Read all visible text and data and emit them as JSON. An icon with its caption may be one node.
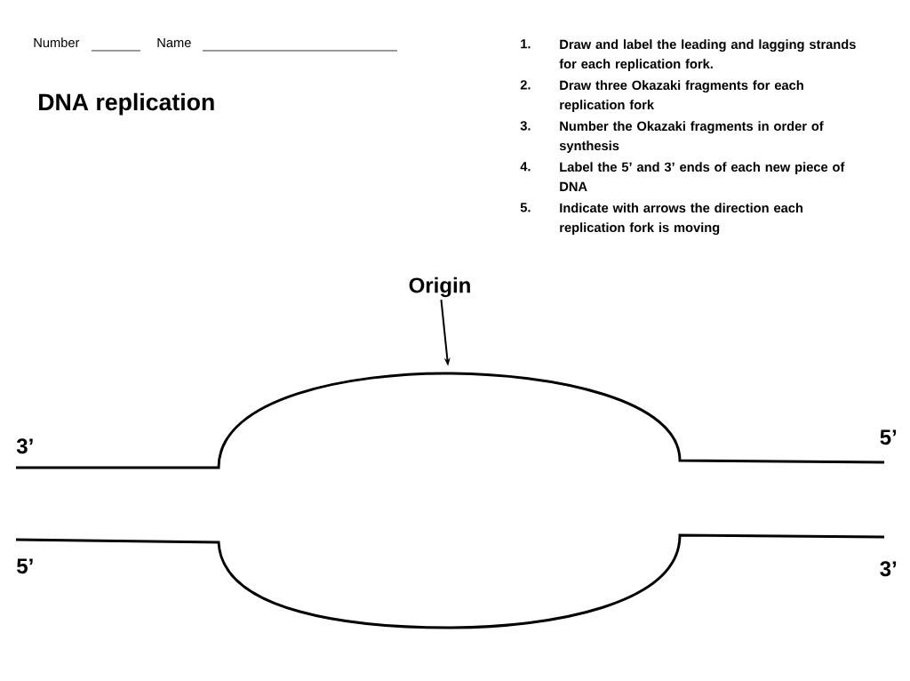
{
  "diagram": {
    "title": "DNA replication",
    "nodes": [
      {
        "text": [
          "Origin"
        ]
      },
      {
        "text": [],
        "shape": "picture"
      }
    ],
    "edges": [
      {
        "from": 0,
        "to": 1,
        "arrow": "to"
      }
    ],
    "labels": [
      "Number",
      "Name",
      "1.",
      "Draw and label the leading and lagging strands for each replication fork.",
      "2.",
      "Draw three Okazaki fragments for each replication fork",
      "3.",
      "Number the Okazaki fragments in order of synthesis",
      "4.",
      "Label the 5’ and 3’ ends of each new piece of DNA",
      "5.",
      "Indicate with arrows the direction each replication fork is moving",
      "3’",
      "5’",
      "5’",
      "3’"
    ]
  }
}
